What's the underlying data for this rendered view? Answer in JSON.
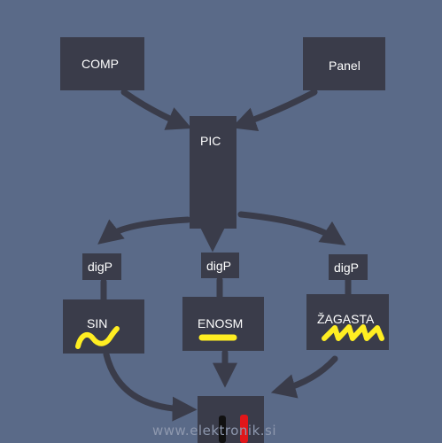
{
  "nodes": {
    "comp": "COMP",
    "panel": "Panel",
    "pic": "PIC",
    "digp_left": "digP",
    "digp_center": "digP",
    "digp_right": "digP",
    "sin": "SIN",
    "enosm": "ENOSM",
    "zagasta": "ŽAGASTA"
  },
  "watermark": "www.elektronik.si",
  "colors": {
    "background": "#5a6a88",
    "box": "#3a3c4a",
    "arrow": "#3a3c4a",
    "waveform": "#ffee22",
    "output_probe_black": "#111111",
    "output_probe_red": "#e0161a"
  },
  "waveforms": {
    "sin": "sine",
    "enosm": "dc-line",
    "zagasta": "sawtooth"
  }
}
